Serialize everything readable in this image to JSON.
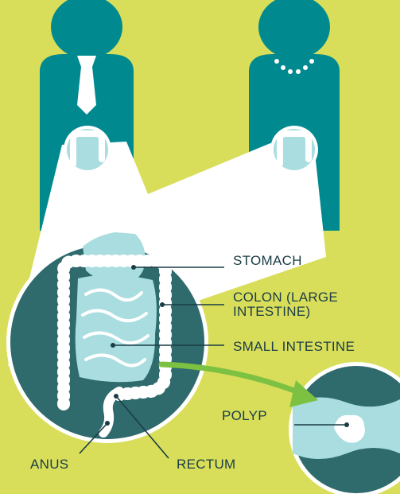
{
  "labels": {
    "stomach": "STOMACH",
    "colon": "COLON (LARGE INTESTINE)",
    "small_intestine": "SMALL INTESTINE",
    "polyp": "POLYP",
    "anus": "ANUS",
    "rectum": "RECTUM"
  },
  "colors": {
    "background": "#d9de5a",
    "figure": "#008a8f",
    "dark_teal": "#2f6a6d",
    "light_blue": "#a9dde0",
    "white": "#ffffff",
    "arrow": "#7dc143",
    "text": "#1a3d45"
  }
}
